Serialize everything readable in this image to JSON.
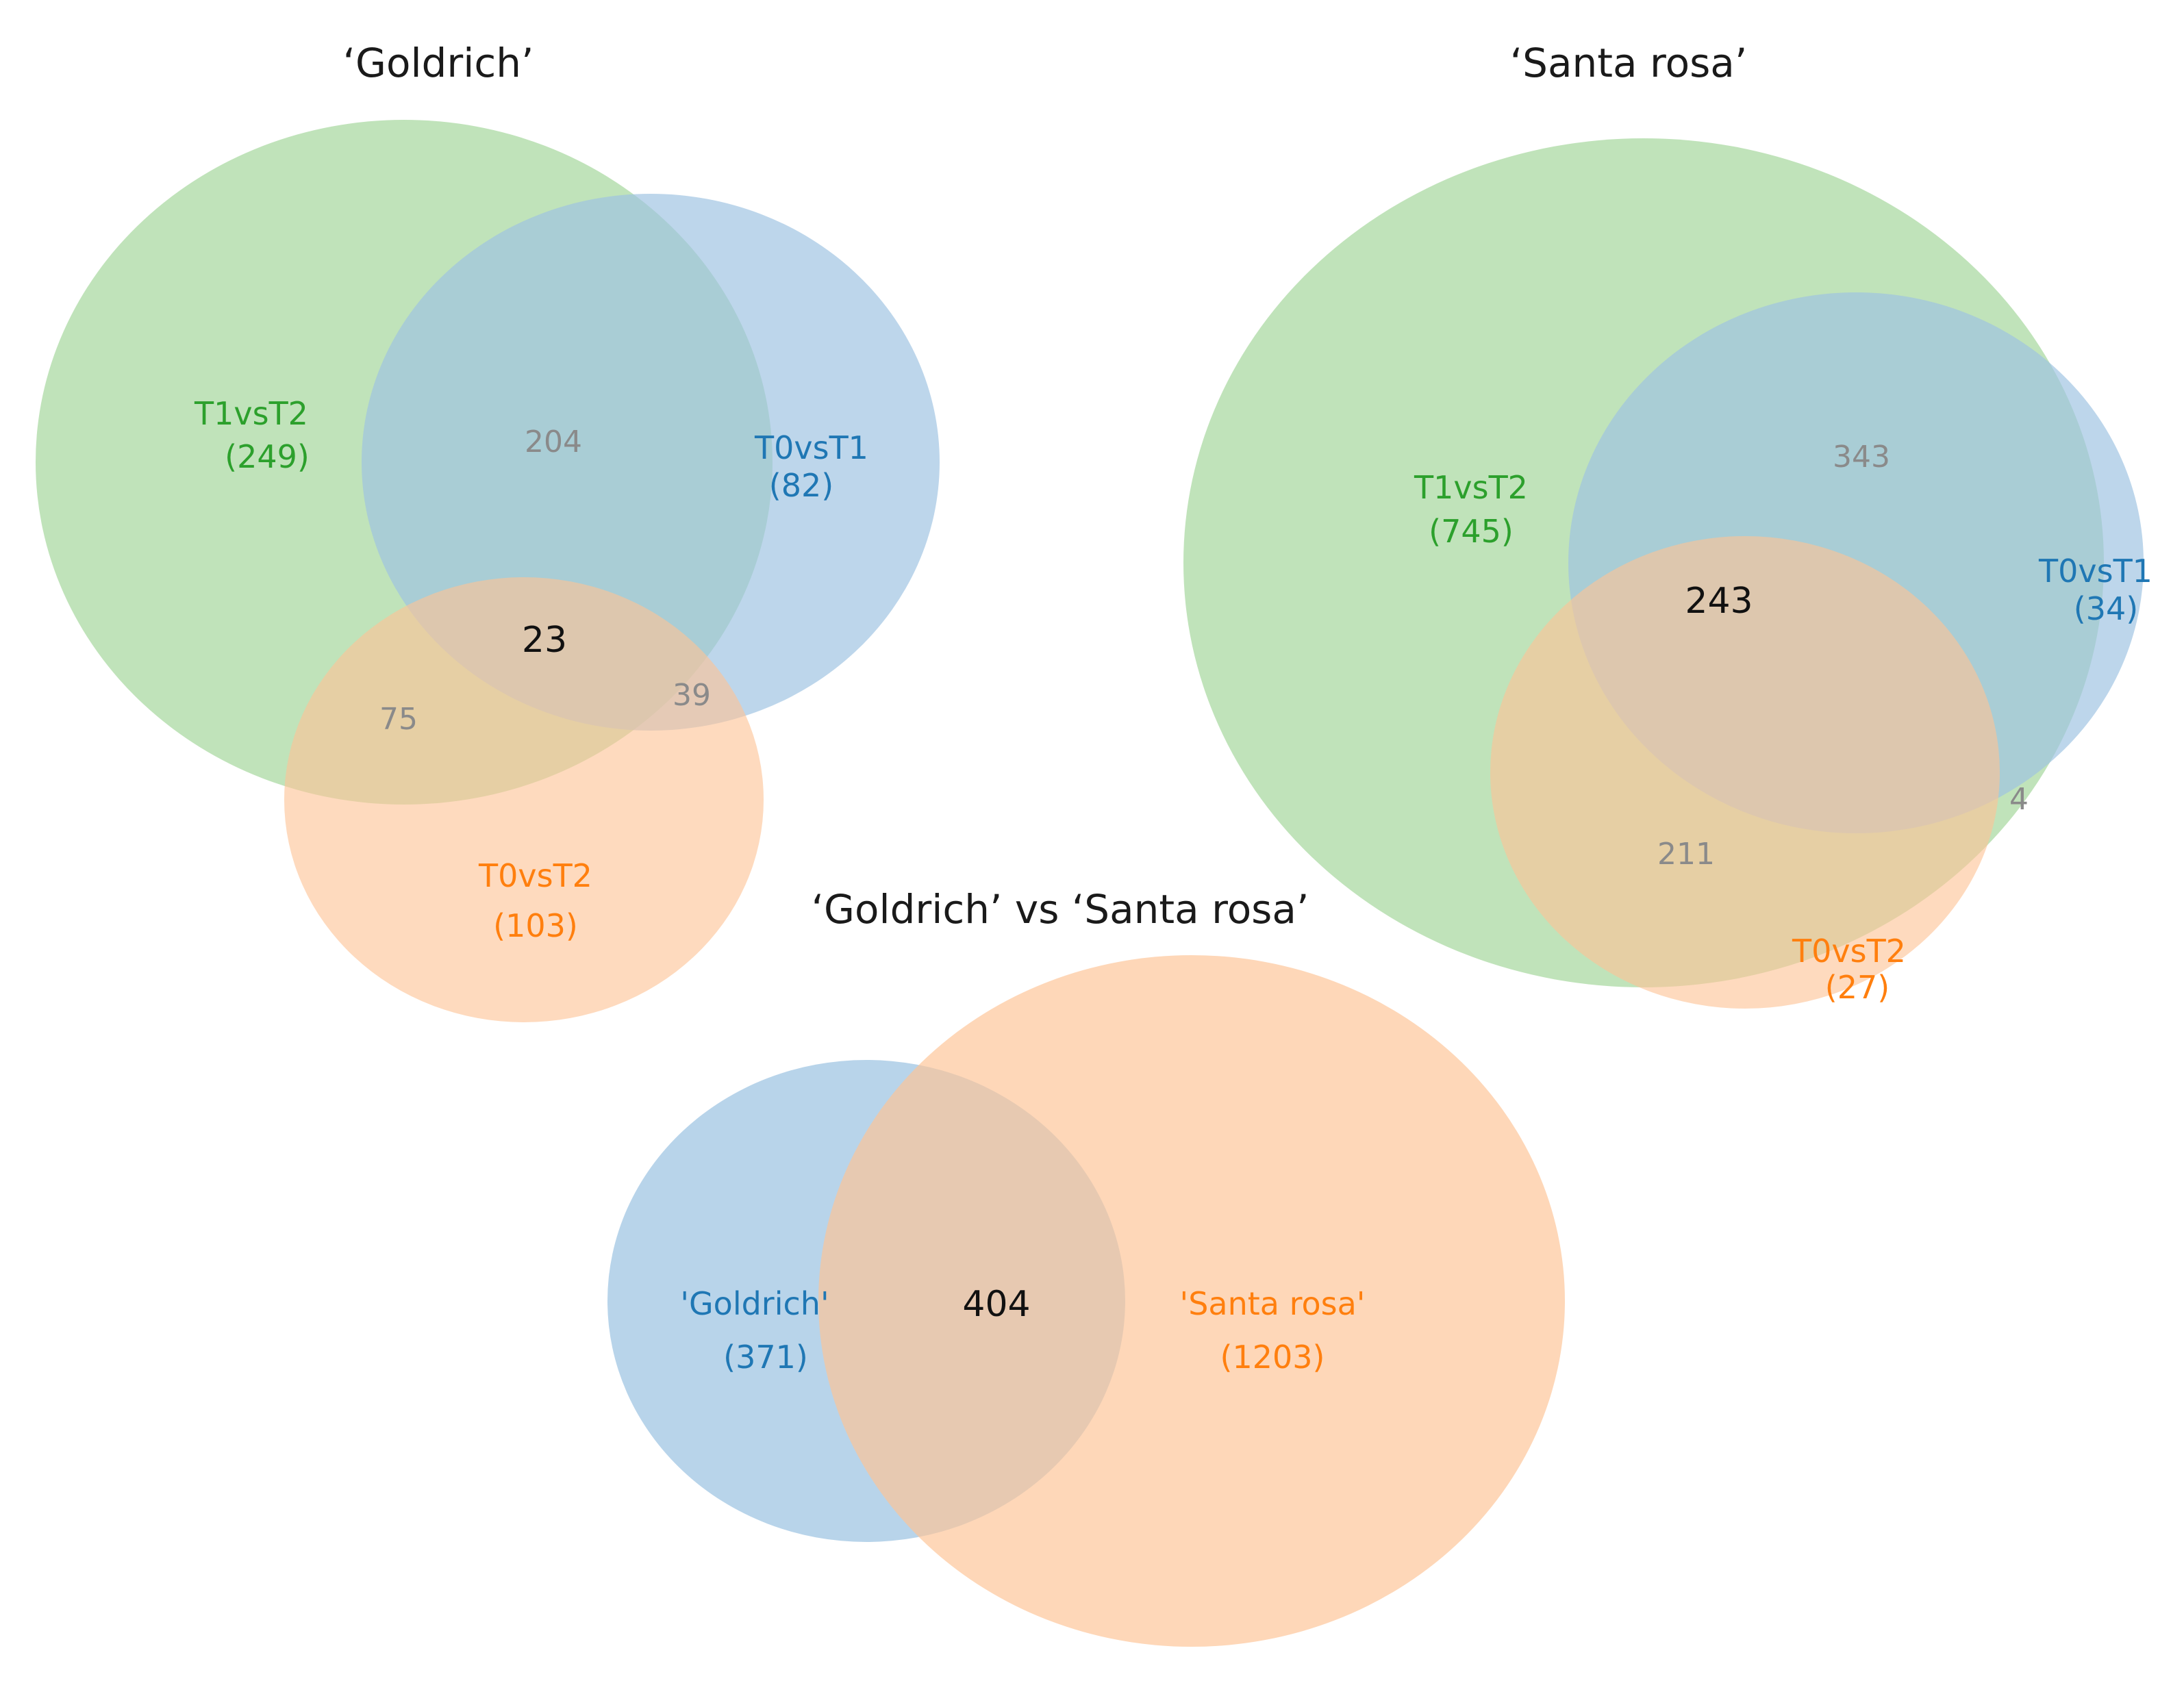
{
  "colors": {
    "green": "#2ca02c",
    "blue": "#1f77b4",
    "orange": "#ff7f0e",
    "green_fill": "#a7d8a0",
    "blue_fill": "#9dc3e2",
    "orange_fill": "#fdc496"
  },
  "goldrich": {
    "title": "‘Goldrich’",
    "sets": [
      {
        "name": "T1vsT2",
        "count": "(249)"
      },
      {
        "name": "T0vsT1",
        "count": "(82)"
      },
      {
        "name": "T0vsT2",
        "count": "(103)"
      }
    ],
    "regions": {
      "t1t2_t0t1": "204",
      "all_three": "23",
      "t1t2_t0t2": "75",
      "t0t1_t0t2": "39"
    }
  },
  "santarosa": {
    "title": "‘Santa rosa’",
    "sets": [
      {
        "name": "T1vsT2",
        "count": "(745)"
      },
      {
        "name": "T0vsT1",
        "count": "(34)"
      },
      {
        "name": "T0vsT2",
        "count": "(27)"
      }
    ],
    "regions": {
      "t1t2_t0t1": "343",
      "all_three": "243",
      "t1t2_t0t2": "211",
      "t0t1_t0t2": "4"
    }
  },
  "comparison": {
    "title": "‘Goldrich’ vs ‘Santa rosa’",
    "sets": [
      {
        "name": "'Goldrich'",
        "count": "(371)"
      },
      {
        "name": "'Santa rosa'",
        "count": "(1203)"
      }
    ],
    "regions": {
      "shared": "404"
    }
  }
}
